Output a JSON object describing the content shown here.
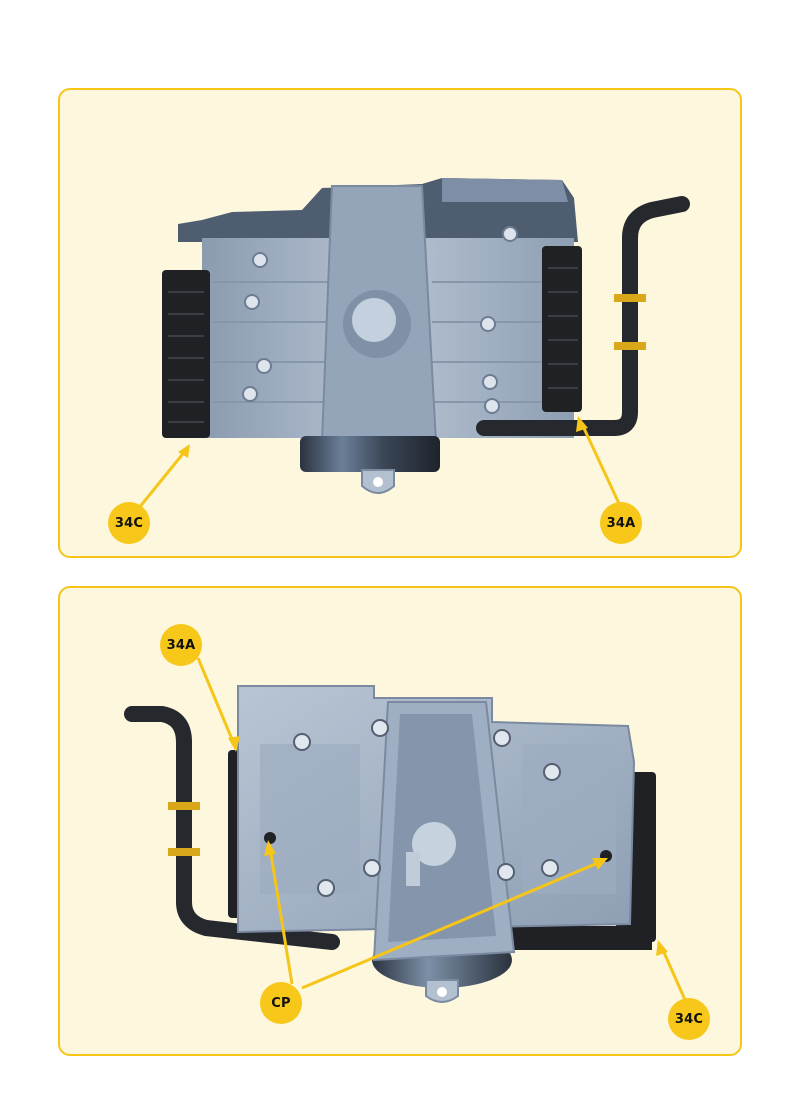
{
  "panel_top": {
    "callouts": {
      "left": "34C",
      "right": "34A"
    }
  },
  "panel_bottom": {
    "callouts": {
      "top_left": "34A",
      "bottom_center": "CP",
      "bottom_right": "34C"
    }
  },
  "colors": {
    "panel_background": "#fdf7de",
    "panel_border": "#f5c518",
    "callout_fill": "#f7c81a",
    "engine_body": "#a7b6c8",
    "part_black": "#1f2125"
  }
}
